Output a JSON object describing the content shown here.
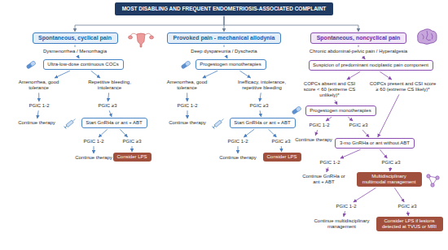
{
  "diagram": {
    "nodes": [
      {
        "text": [
          "MOST DISABLING AND FREQUENT ENDOMETRIOSIS-ASSOCIATED COMPLAINT"
        ]
      },
      {
        "text": [
          "Spontaneous, cyclical pain"
        ]
      },
      {
        "text": [
          "Dysmenorrhea / Menorrhagia"
        ]
      },
      {
        "text": [
          "Ultra-low-dose continuous COCs"
        ]
      },
      {
        "text": [
          "Amenorrhea, good tolerance"
        ]
      },
      {
        "text": [
          "Repetitive bleeding, intolerance"
        ]
      },
      {
        "text": [
          "PGIC 1-2"
        ]
      },
      {
        "text": [
          "PGIC ≥3"
        ]
      },
      {
        "text": [
          "Continue therapy"
        ]
      },
      {
        "text": [
          "Start GnRHa or ant + ABT"
        ]
      },
      {
        "text": [
          "PGIC 1-2"
        ]
      },
      {
        "text": [
          "PGIC ≥3"
        ]
      },
      {
        "text": [
          "Continue therapy"
        ]
      },
      {
        "text": [
          "Consider LPS"
        ]
      },
      {
        "text": [
          "Provoked pain - mechanical allodynia"
        ]
      },
      {
        "text": [
          "Deep dyspareunia / Dyschezia"
        ]
      },
      {
        "text": [
          "Progestogen monotherapies"
        ]
      },
      {
        "text": [
          "Amenorrhea, good tolerance"
        ]
      },
      {
        "text": [
          "Inefficacy, intolerance, repetitive bleeding"
        ]
      },
      {
        "text": [
          "PGIC 1-2"
        ]
      },
      {
        "text": [
          "PGIC ≥3"
        ]
      },
      {
        "text": [
          "Continue therapy"
        ]
      },
      {
        "text": [
          "Start GnRHa or ant + ABT"
        ]
      },
      {
        "text": [
          "PGIC 1-2"
        ]
      },
      {
        "text": [
          "PGIC ≥3"
        ]
      },
      {
        "text": [
          "Continue therapy"
        ]
      },
      {
        "text": [
          "Consider LPS"
        ]
      },
      {
        "text": [
          "Spontaneous, noncyclical pain"
        ]
      },
      {
        "text": [
          "Chronic abdominal-pelvic pain / Hyperalgesia"
        ]
      },
      {
        "text": [
          "Suspicion of predominant nociplastic pain component"
        ]
      },
      {
        "text": [
          "COPCs absent and CSI score < 60 (extreme CS unlikely)*"
        ]
      },
      {
        "text": [
          "COPCs present and CSI score ≥ 60 (extreme CS likely)*"
        ]
      },
      {
        "text": [
          "Progestogen monotherapies"
        ]
      },
      {
        "text": [
          "PGIC 1-2"
        ]
      },
      {
        "text": [
          "PGIC ≥3"
        ]
      },
      {
        "text": [
          "Continue therapy"
        ]
      },
      {
        "text": [
          "3-mo GnRHa or ant without ABT"
        ]
      },
      {
        "text": [
          "PGIC 1-2"
        ]
      },
      {
        "text": [
          "PGIC ≥3"
        ]
      },
      {
        "text": [
          "Continue GnRHa or ant + ABT"
        ]
      },
      {
        "text": [
          "Multidisciplinary multimodal management"
        ]
      },
      {
        "text": [
          "PGIC 1-2"
        ]
      },
      {
        "text": [
          "PGIC ≥3"
        ]
      },
      {
        "text": [
          "Continue multidisciplinary management"
        ]
      },
      {
        "text": [
          "Consider LPS if lesions detected at TVUS or MRI"
        ]
      }
    ],
    "edges": [
      {
        "from": 0,
        "to": 1,
        "arrow": "to"
      },
      {
        "from": 0,
        "to": 14,
        "arrow": "to"
      },
      {
        "from": 0,
        "to": 27,
        "arrow": "to"
      },
      {
        "from": 1,
        "to": 2,
        "arrow": "none"
      },
      {
        "from": 2,
        "to": 3,
        "arrow": "to"
      },
      {
        "from": 3,
        "to": 4,
        "arrow": "to"
      },
      {
        "from": 3,
        "to": 5,
        "arrow": "to"
      },
      {
        "from": 4,
        "to": 6,
        "arrow": "to"
      },
      {
        "from": 5,
        "to": 7,
        "arrow": "to"
      },
      {
        "from": 6,
        "to": 8,
        "arrow": "to"
      },
      {
        "from": 7,
        "to": 9,
        "arrow": "to"
      },
      {
        "from": 9,
        "to": 10,
        "arrow": "to"
      },
      {
        "from": 9,
        "to": 11,
        "arrow": "to"
      },
      {
        "from": 10,
        "to": 12,
        "arrow": "to"
      },
      {
        "from": 11,
        "to": 13,
        "arrow": "to"
      },
      {
        "from": 14,
        "to": 15,
        "arrow": "none"
      },
      {
        "from": 15,
        "to": 16,
        "arrow": "to"
      },
      {
        "from": 16,
        "to": 17,
        "arrow": "to"
      },
      {
        "from": 16,
        "to": 18,
        "arrow": "to"
      },
      {
        "from": 17,
        "to": 19,
        "arrow": "to"
      },
      {
        "from": 18,
        "to": 20,
        "arrow": "to"
      },
      {
        "from": 19,
        "to": 21,
        "arrow": "to"
      },
      {
        "from": 20,
        "to": 22,
        "arrow": "to"
      },
      {
        "from": 22,
        "to": 23,
        "arrow": "to"
      },
      {
        "from": 22,
        "to": 24,
        "arrow": "to"
      },
      {
        "from": 23,
        "to": 25,
        "arrow": "to"
      },
      {
        "from": 24,
        "to": 26,
        "arrow": "to"
      },
      {
        "from": 27,
        "to": 28,
        "arrow": "none"
      },
      {
        "from": 28,
        "to": 29,
        "arrow": "to"
      },
      {
        "from": 29,
        "to": 30,
        "arrow": "to"
      },
      {
        "from": 29,
        "to": 31,
        "arrow": "to"
      },
      {
        "from": 30,
        "to": 32,
        "arrow": "to"
      },
      {
        "from": 31,
        "to": 36,
        "arrow": "to"
      },
      {
        "from": 32,
        "to": 33,
        "arrow": "to"
      },
      {
        "from": 32,
        "to": 34,
        "arrow": "to"
      },
      {
        "from": 33,
        "to": 35,
        "arrow": "to"
      },
      {
        "from": 34,
        "to": 36,
        "arrow": "to"
      },
      {
        "from": 36,
        "to": 37,
        "arrow": "to"
      },
      {
        "from": 36,
        "to": 38,
        "arrow": "to"
      },
      {
        "from": 37,
        "to": 39,
        "arrow": "to"
      },
      {
        "from": 38,
        "to": 40,
        "arrow": "to"
      },
      {
        "from": 40,
        "to": 41,
        "arrow": "to"
      },
      {
        "from": 40,
        "to": 42,
        "arrow": "to"
      },
      {
        "from": 41,
        "to": 43,
        "arrow": "to"
      },
      {
        "from": 42,
        "to": 44,
        "arrow": "to"
      }
    ]
  }
}
